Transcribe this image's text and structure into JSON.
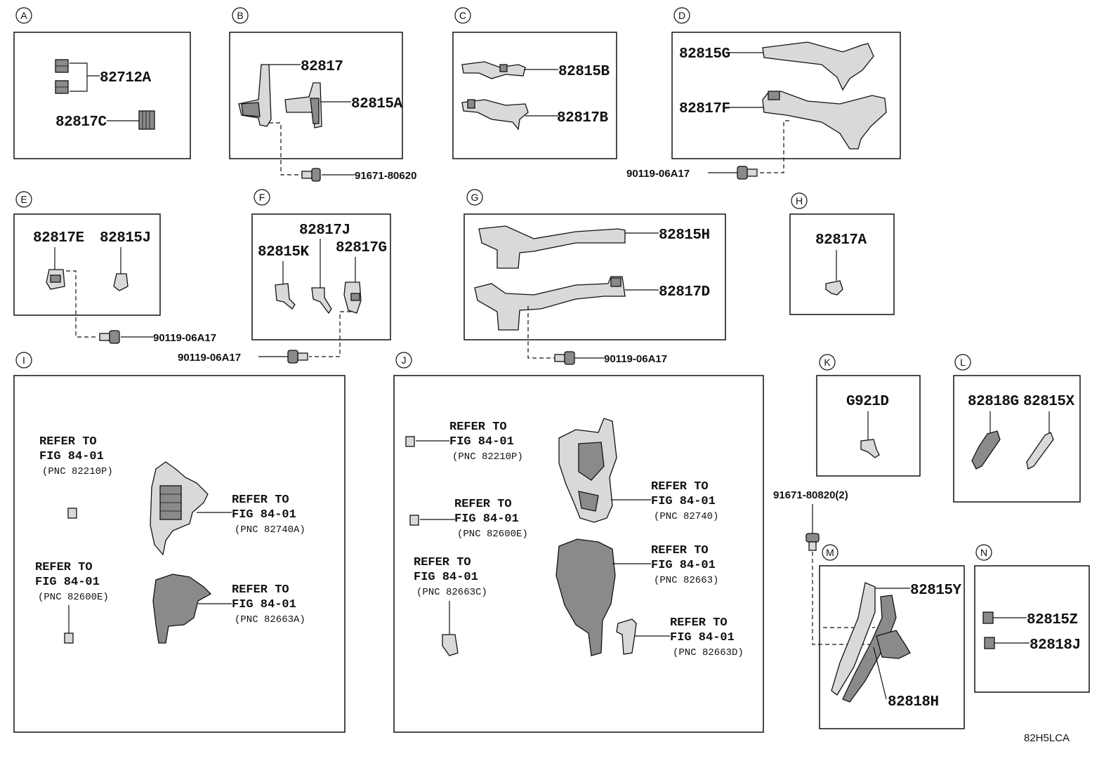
{
  "section_letters": [
    "A",
    "B",
    "C",
    "D",
    "E",
    "F",
    "G",
    "H",
    "I",
    "J",
    "K",
    "L",
    "M",
    "N"
  ],
  "parts": {
    "a1": "82712A",
    "a2": "82817C",
    "b1": "82817",
    "b2": "82815A",
    "b3": "91671-80620",
    "c1": "82815B",
    "c2": "82817B",
    "d1": "82815G",
    "d2": "82817F",
    "d3": "90119-06A17",
    "e1": "82817E",
    "e2": "82815J",
    "e3": "90119-06A17",
    "f1": "82817J",
    "f2": "82815K",
    "f3": "82817G",
    "f4": "90119-06A17",
    "g1": "82815H",
    "g2": "82817D",
    "g3": "90119-06A17",
    "h1": "82817A",
    "k1": "G921D",
    "l1": "82818G",
    "l2": "82815X",
    "m0": "91671-80820(2)",
    "m1": "82815Y",
    "m2": "82818H",
    "n1": "82815Z",
    "n2": "82818J"
  },
  "refs": {
    "i1": {
      "l1": "REFER TO",
      "l2": "FIG 84-01",
      "l3": "(PNC 82210P)"
    },
    "i2": {
      "l1": "REFER TO",
      "l2": "FIG 84-01",
      "l3": "(PNC 82740A)"
    },
    "i3": {
      "l1": "REFER TO",
      "l2": "FIG 84-01",
      "l3": "(PNC 82600E)"
    },
    "i4": {
      "l1": "REFER TO",
      "l2": "FIG 84-01",
      "l3": "(PNC 82663A)"
    },
    "j1": {
      "l1": "REFER TO",
      "l2": "FIG 84-01",
      "l3": "(PNC 82210P)"
    },
    "j2": {
      "l1": "REFER TO",
      "l2": "FIG 84-01",
      "l3": "(PNC 82740)"
    },
    "j3": {
      "l1": "REFER TO",
      "l2": "FIG 84-01",
      "l3": "(PNC 82600E)"
    },
    "j4": {
      "l1": "REFER TO",
      "l2": "FIG 84-01",
      "l3": "(PNC 82663)"
    },
    "j5": {
      "l1": "REFER TO",
      "l2": "FIG 84-01",
      "l3": "(PNC 82663C)"
    },
    "j6": {
      "l1": "REFER TO",
      "l2": "FIG 84-01",
      "l3": "(PNC 82663D)"
    }
  },
  "diagram_code": "82H5LCA"
}
